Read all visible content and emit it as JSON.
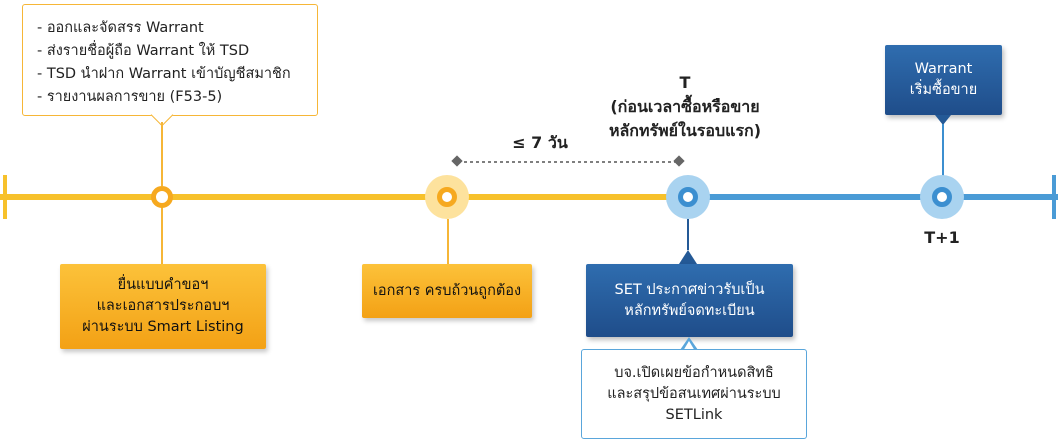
{
  "top_notes": [
    "- ออกและจัดสรร Warrant",
    "- ส่งรายชื่อผู้ถือ Warrant ให้ TSD",
    "- TSD นำฝาก Warrant เข้าบัญชีสมาชิก",
    "- รายงานผลการขาย (F53-5)"
  ],
  "step_submit": [
    "ยื่นแบบคำขอฯ",
    "และเอกสารประกอบฯ",
    "ผ่านระบบ Smart Listing"
  ],
  "step_docs_complete": "เอกสาร ครบถ้วนถูกต้อง",
  "duration_label": "≤ 7 วัน",
  "t_label": [
    "T",
    "(ก่อนเวลาซื้อหรือขาย",
    "หลักทรัพย์ในรอบแรก)"
  ],
  "set_announce": [
    "SET ประกาศข่าวรับเป็น",
    "หลักทรัพย์จดทะเบียน"
  ],
  "company_disclose": [
    "บจ.เปิดเผยข้อกำหนดสิทธิ",
    "และสรุปข้อสนเทศผ่านระบบ",
    "SETLink"
  ],
  "warrant_start": [
    "Warrant",
    "เริ่มซื้อขาย"
  ],
  "t1_label": "T+1",
  "colors": {
    "orange_line": "#f7c12b",
    "blue_line": "#4a9bd6",
    "orange_box": "#f6a91f",
    "navy_box": "#245996",
    "outline_orange": "#f6b637",
    "outline_blue": "#5aa6db"
  }
}
